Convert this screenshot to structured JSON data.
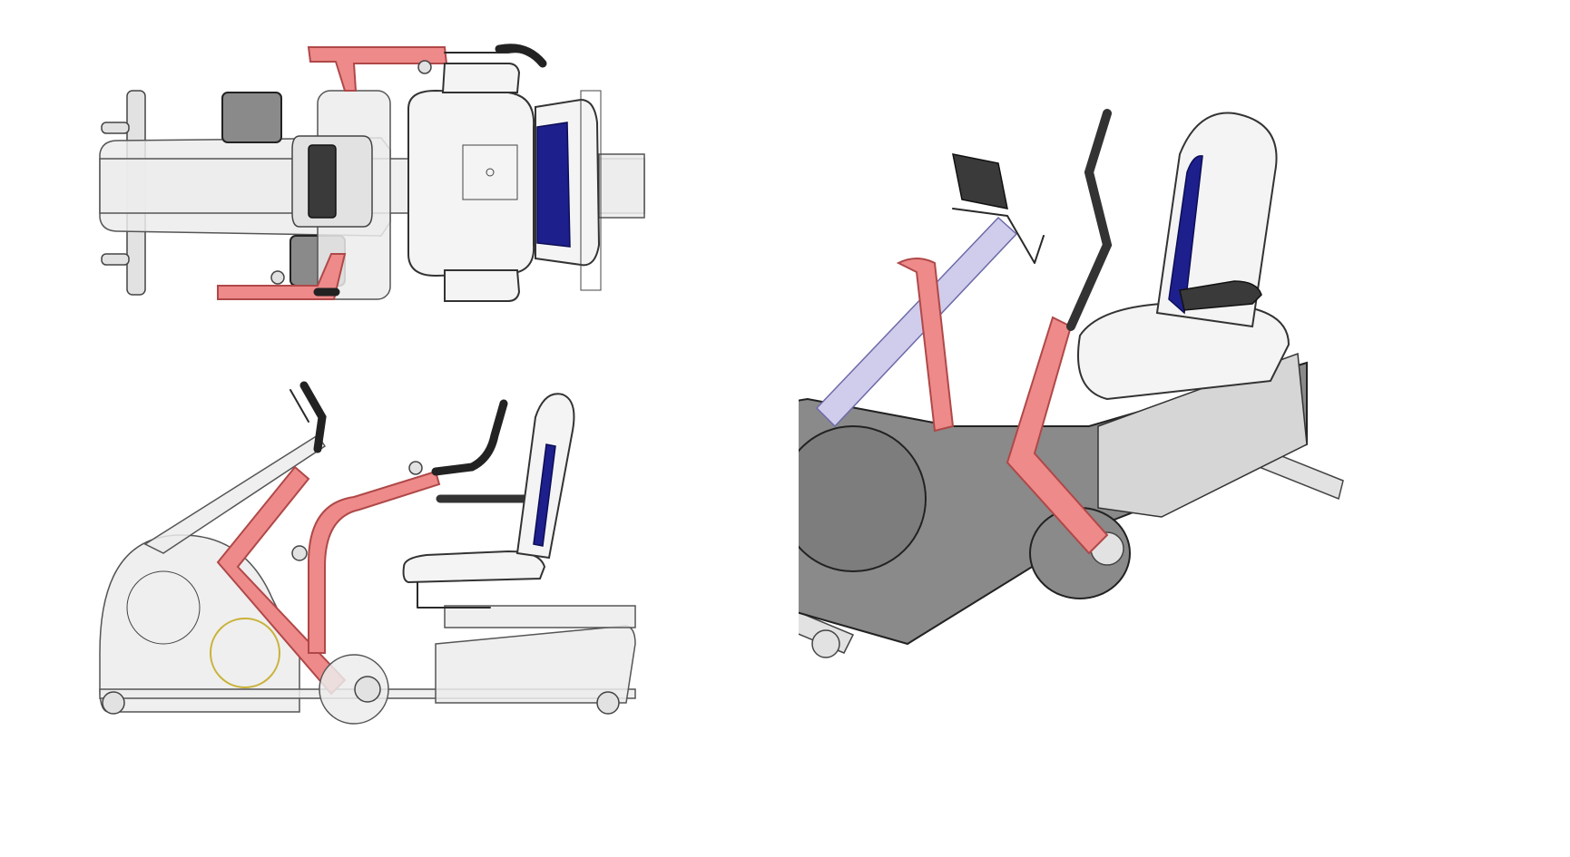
{
  "figure": {
    "views": [
      {
        "id": "top",
        "label": ""
      },
      {
        "id": "side",
        "label": ""
      },
      {
        "id": "isometric",
        "label": ""
      }
    ],
    "colors": {
      "frame_arm_pink": "#ee8a8a",
      "backrest_accent_navy": "#1d1f8c",
      "belt_guard_lavender": "#cfcdeb",
      "housing_grey": "#8a8a8a",
      "seat_white": "#f4f4f4",
      "handle_grip_dark": "#3a3a3a"
    }
  }
}
